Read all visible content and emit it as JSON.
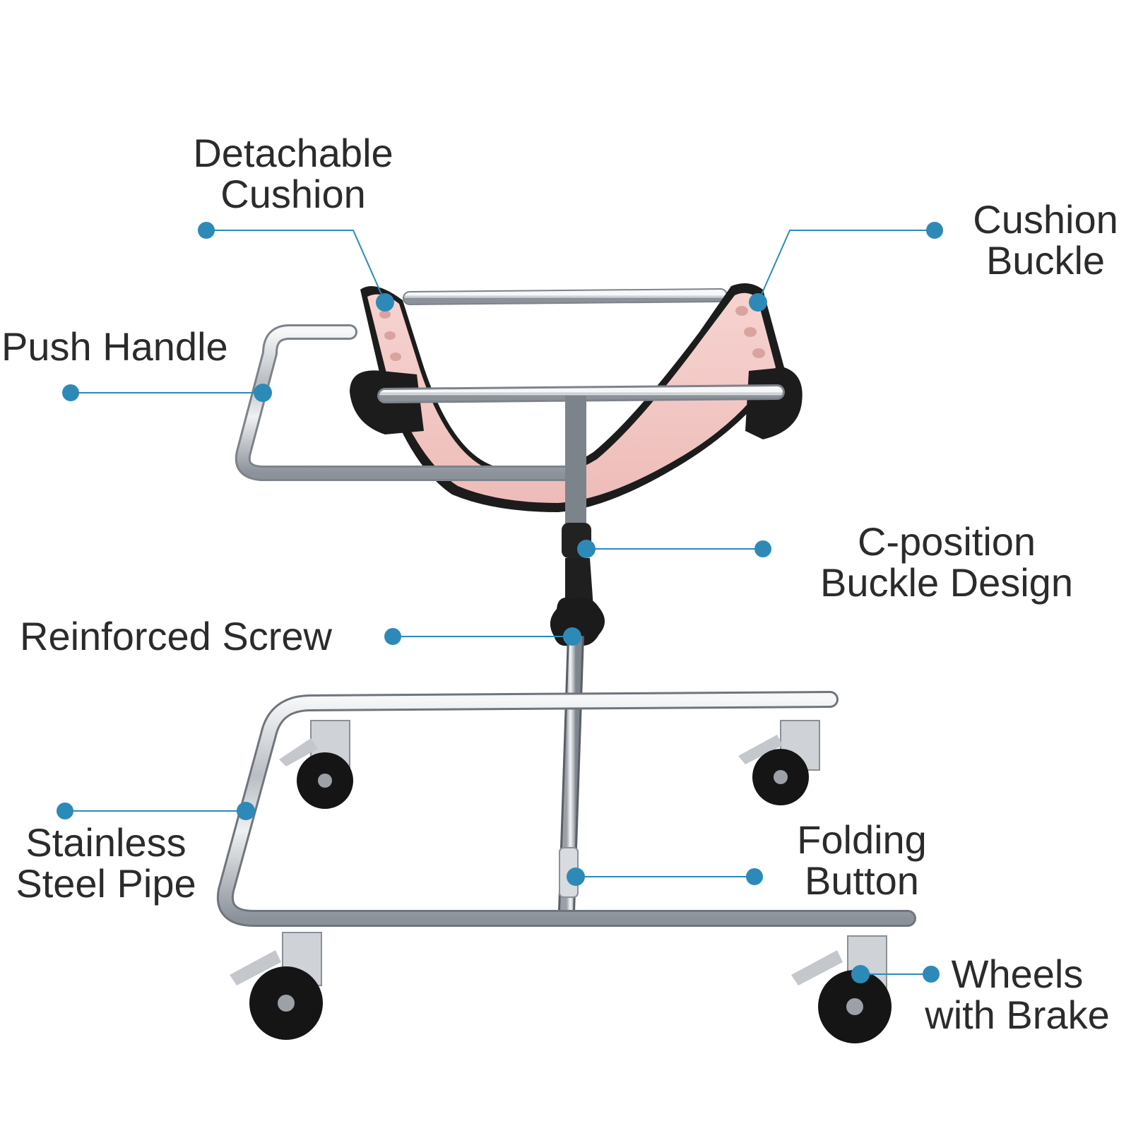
{
  "accent_color": "#2d8ab8",
  "labels": {
    "detachable_cushion": {
      "line1": "Detachable",
      "line2": "Cushion"
    },
    "cushion_buckle": {
      "line1": "Cushion",
      "line2": "Buckle"
    },
    "push_handle": {
      "line1": "Push Handle"
    },
    "c_position_buckle": {
      "line1": "C-position",
      "line2": "Buckle Design"
    },
    "reinforced_screw": {
      "line1": "Reinforced Screw"
    },
    "stainless_steel_pipe": {
      "line1": "Stainless",
      "line2": "Steel Pipe"
    },
    "folding_button": {
      "line1": "Folding",
      "line2": "Button"
    },
    "wheels_with_brake": {
      "line1": "Wheels",
      "line2": "with Brake"
    }
  },
  "product": {
    "type": "child walker with seat",
    "seat_color": "#f3c9c6",
    "frame_color": "#c8ccd1"
  }
}
